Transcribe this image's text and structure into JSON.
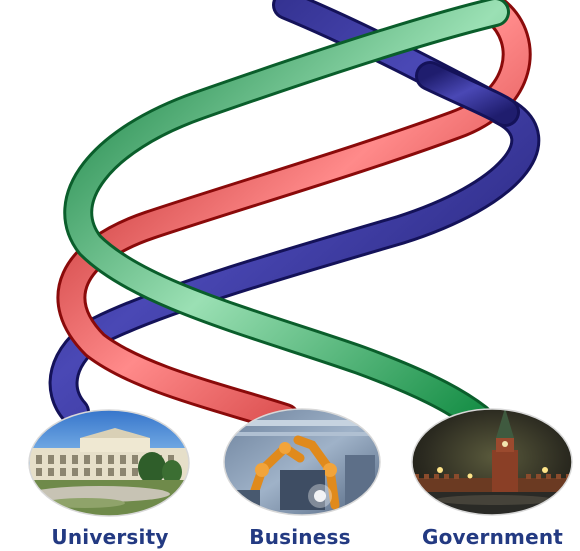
{
  "helix": {
    "strand_colors": {
      "university": "#2b2a86",
      "business": "#dc1f1f",
      "government": "#1a9a4a"
    }
  },
  "nodes": [
    {
      "id": "university",
      "label": "University",
      "photo": "university-building-photo"
    },
    {
      "id": "business",
      "label": "Business",
      "photo": "industrial-robot-photo"
    },
    {
      "id": "government",
      "label": "Government",
      "photo": "kremlin-night-photo"
    }
  ]
}
